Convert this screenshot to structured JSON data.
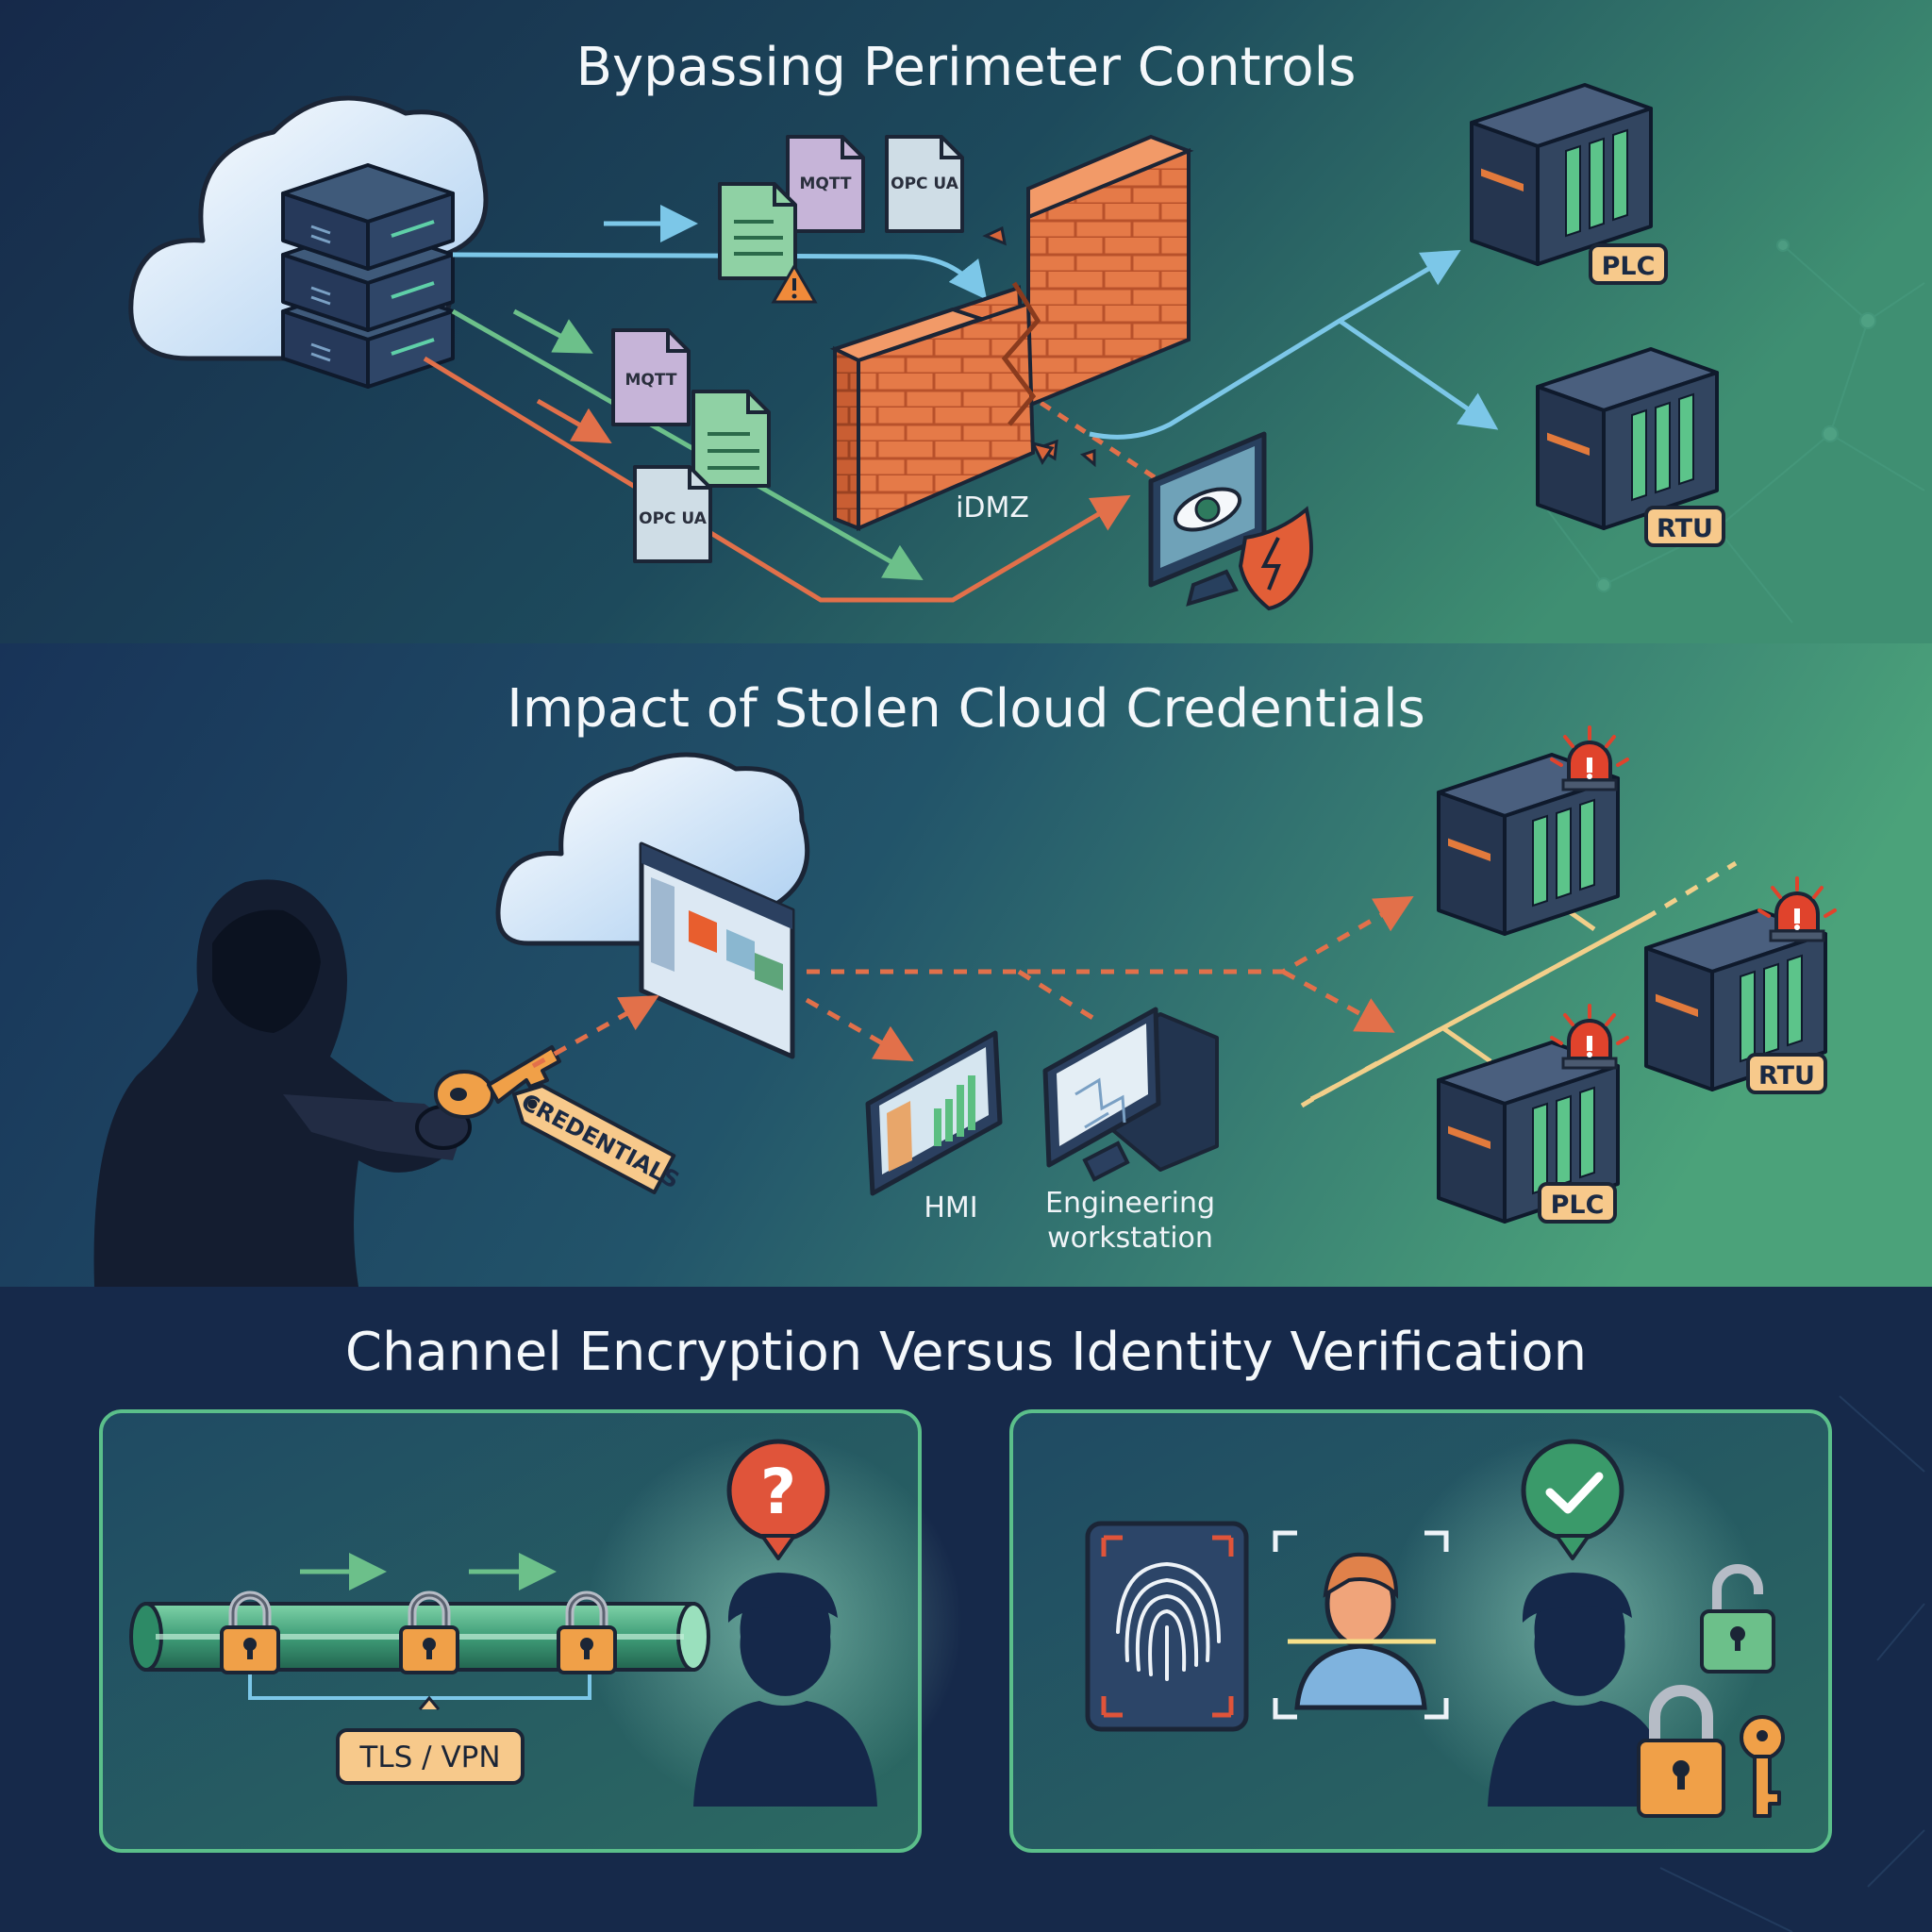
{
  "sections": {
    "perimeter": {
      "title": "Bypassing Perimeter Controls",
      "doc_labels": [
        "MQTT",
        "OPC UA",
        "MQTT",
        "OPC UA"
      ],
      "idmz_label": "iDMZ",
      "plc_label": "PLC",
      "rtu_label": "RTU"
    },
    "credentials": {
      "title": "Impact of Stolen Cloud Credentials",
      "key_tag": "CREDENTIALS",
      "hmi_label": "HMI",
      "workstation_label_1": "Engineering",
      "workstation_label_2": "workstation",
      "rtu_label": "RTU",
      "plc_label": "PLC"
    },
    "encryption": {
      "title": "Channel Encryption Versus Identity Verification",
      "tunnel_label": "TLS / VPN"
    }
  },
  "colors": {
    "blue_arrow": "#7cc7e8",
    "green_arrow": "#6cc08a",
    "orange_arrow": "#e2704a",
    "brick": "#e57a48",
    "tag_fill": "#f7c98b",
    "alert_red": "#e0432c",
    "check_green": "#3a9a6a"
  },
  "icons": [
    "cloud-icon",
    "server-icon",
    "document-icon",
    "warning-icon",
    "firewall-icon",
    "monitor-eye-icon",
    "shield-bolt-icon",
    "plc-rack-icon",
    "hacker-icon",
    "key-icon",
    "siren-icon",
    "padlock-icon",
    "question-bubble-icon",
    "check-bubble-icon",
    "fingerprint-icon",
    "face-scan-icon",
    "user-silhouette-icon"
  ]
}
